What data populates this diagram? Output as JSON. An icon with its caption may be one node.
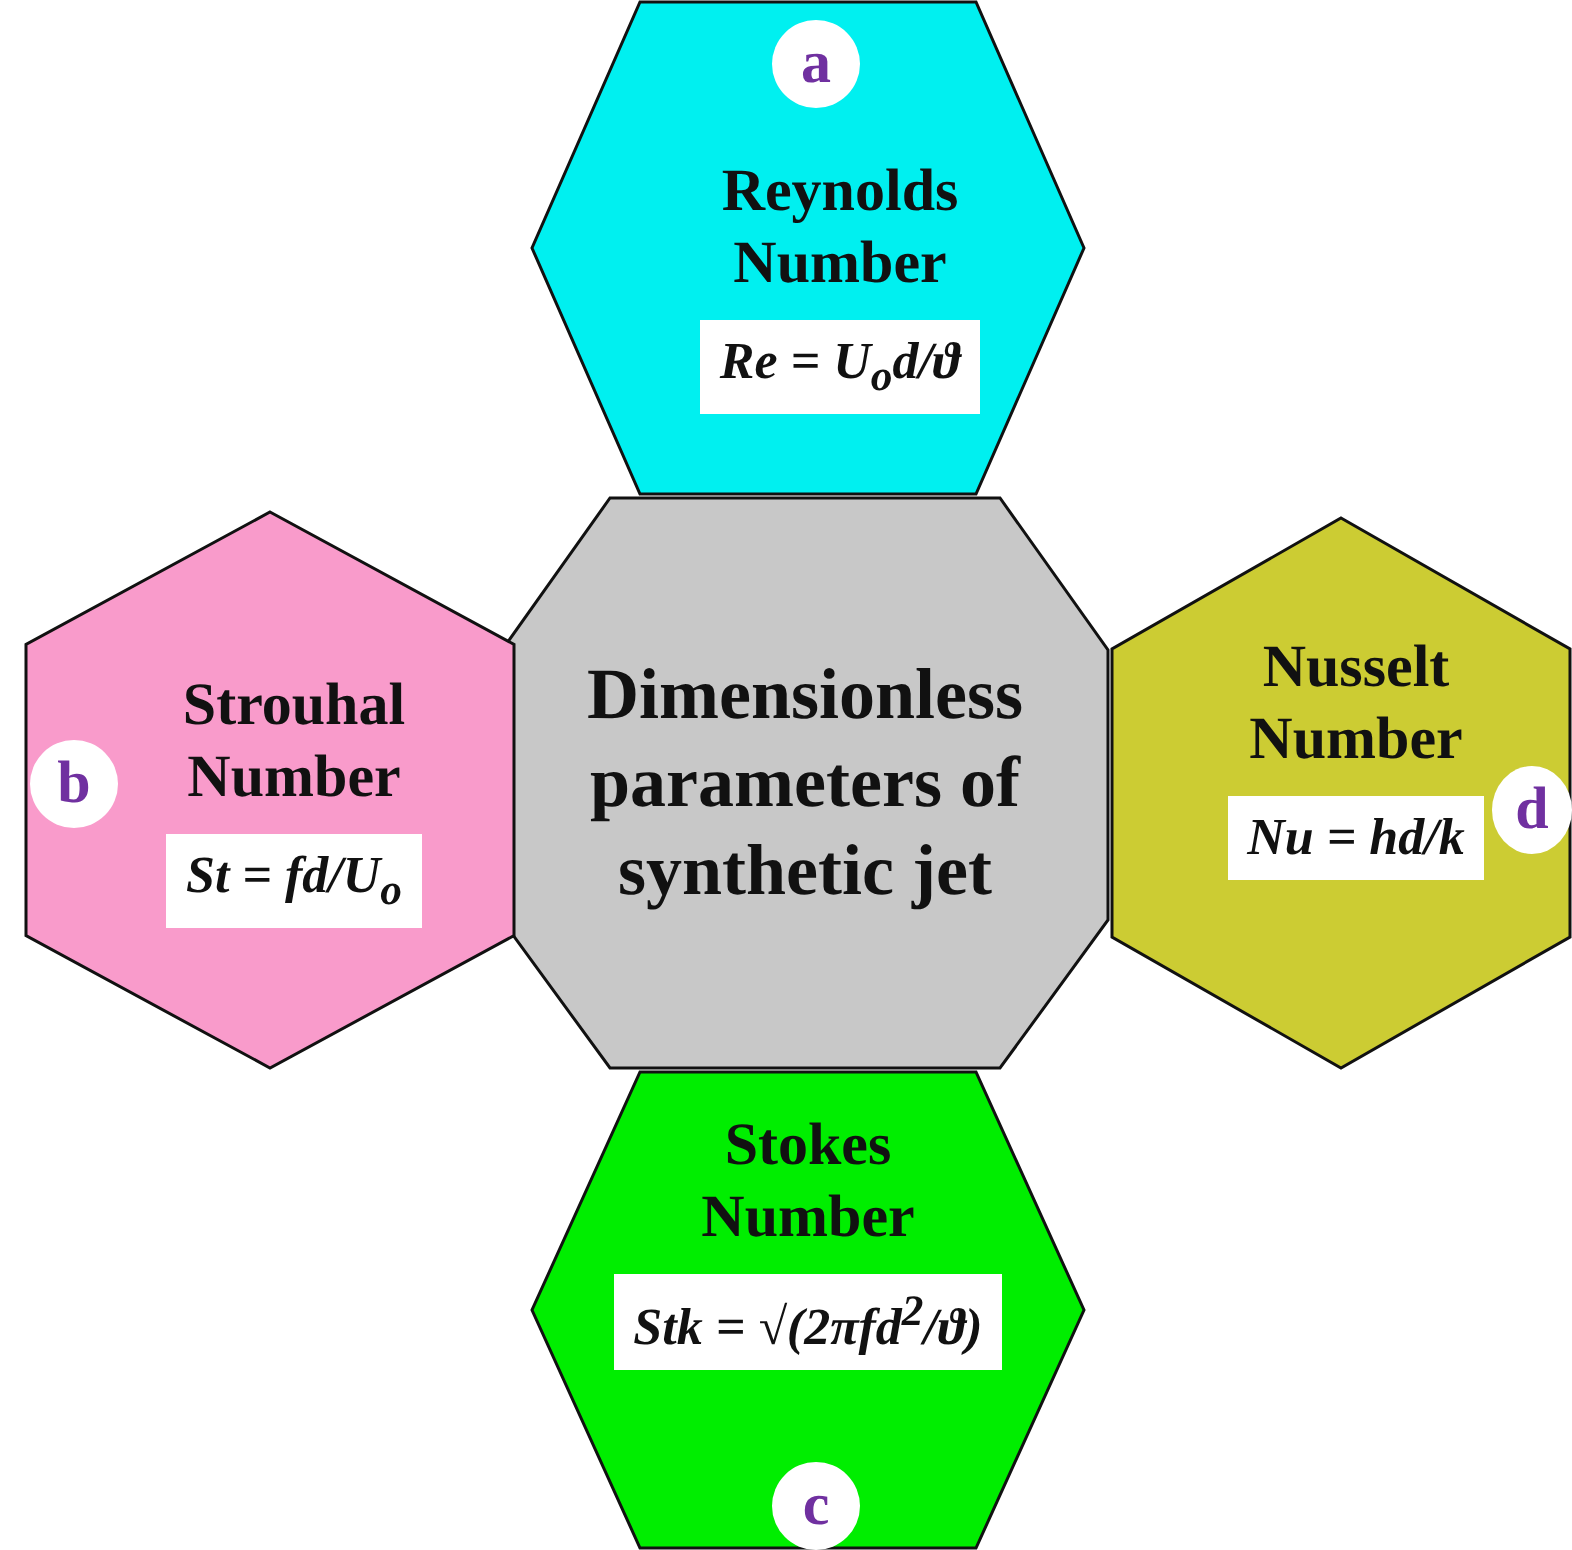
{
  "diagram": {
    "nodes": [
      {
        "text": [
          "Dimensionless parameters of synthetic jet"
        ]
      },
      {
        "text": [
          "Reynolds Number",
          "Re = U$_{o}$d/ϑ"
        ]
      },
      {
        "text": [
          "a"
        ],
        "in": 1
      },
      {
        "text": [
          "Strouhal Number",
          "St = fd/U$_{o}$"
        ]
      },
      {
        "text": [
          "b"
        ],
        "in": 3
      },
      {
        "text": [
          "Nusselt Number",
          "Nu = hd/k"
        ]
      },
      {
        "text": [
          "d"
        ],
        "in": 5
      },
      {
        "text": [
          "Stokes Number",
          "Stk = √(2πfd$^{2}$/ϑ)"
        ]
      },
      {
        "text": [
          "c"
        ],
        "in": 7
      }
    ],
    "edges": []
  }
}
